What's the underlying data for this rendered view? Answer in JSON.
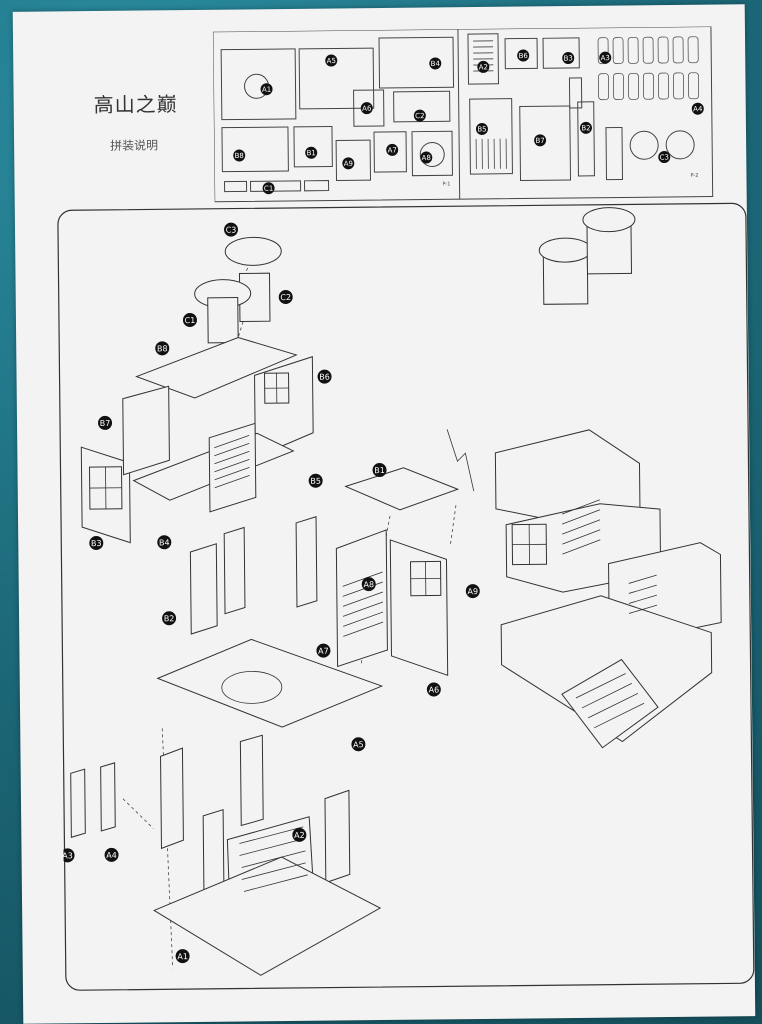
{
  "document": {
    "title": "高山之巅",
    "subtitle": "拼装说明"
  },
  "sheet_labels": {
    "a1": "A1",
    "a2": "A2",
    "a3": "A3",
    "a4": "A4",
    "a5": "A5",
    "a6": "A6",
    "a7": "A7",
    "a8": "A8",
    "a9": "A9",
    "b1": "B1",
    "b2": "B2",
    "b3": "B3",
    "b4": "B4",
    "b5": "B5",
    "b6": "B6",
    "b7": "B7",
    "b8": "B8",
    "c1": "C1",
    "c2": "C2",
    "c3": "C3",
    "sheet1_code": "P-1",
    "sheet2_code": "P-2"
  },
  "part_labels": {
    "c3": "C3",
    "c1": "C1",
    "c2": "C2",
    "b8": "B8",
    "b6": "B6",
    "b7": "B7",
    "b5": "B5",
    "b3": "B3",
    "b4": "B4",
    "b1": "B1",
    "a8": "A8",
    "a9": "A9",
    "b2": "B2",
    "a7": "A7",
    "a6": "A6",
    "a5": "A5",
    "a3": "A3",
    "a4": "A4",
    "a2": "A2",
    "a1": "A1"
  }
}
